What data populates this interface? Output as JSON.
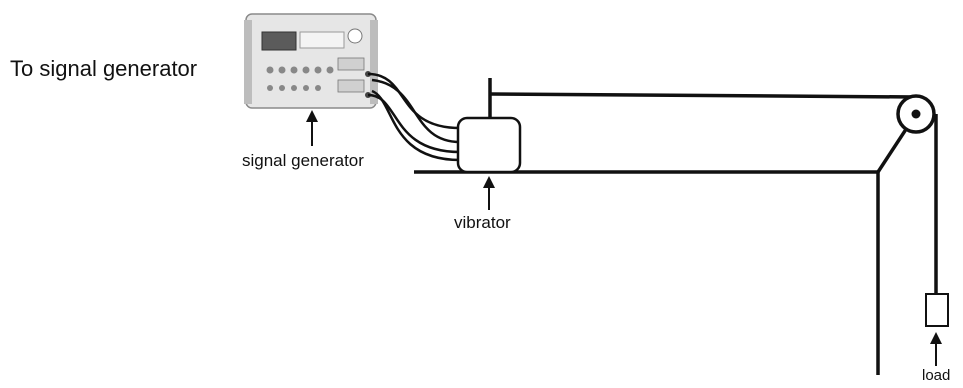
{
  "labels": {
    "title_label": "To signal generator",
    "signal_generator": "signal generator",
    "vibrator": "vibrator",
    "load": "load"
  },
  "icons": {
    "signal_generator_device": "signal-generator-icon",
    "pulley": "pulley-icon"
  },
  "colors": {
    "line": "#111111",
    "device_body": "#e6e6e6",
    "background": "#ffffff"
  }
}
